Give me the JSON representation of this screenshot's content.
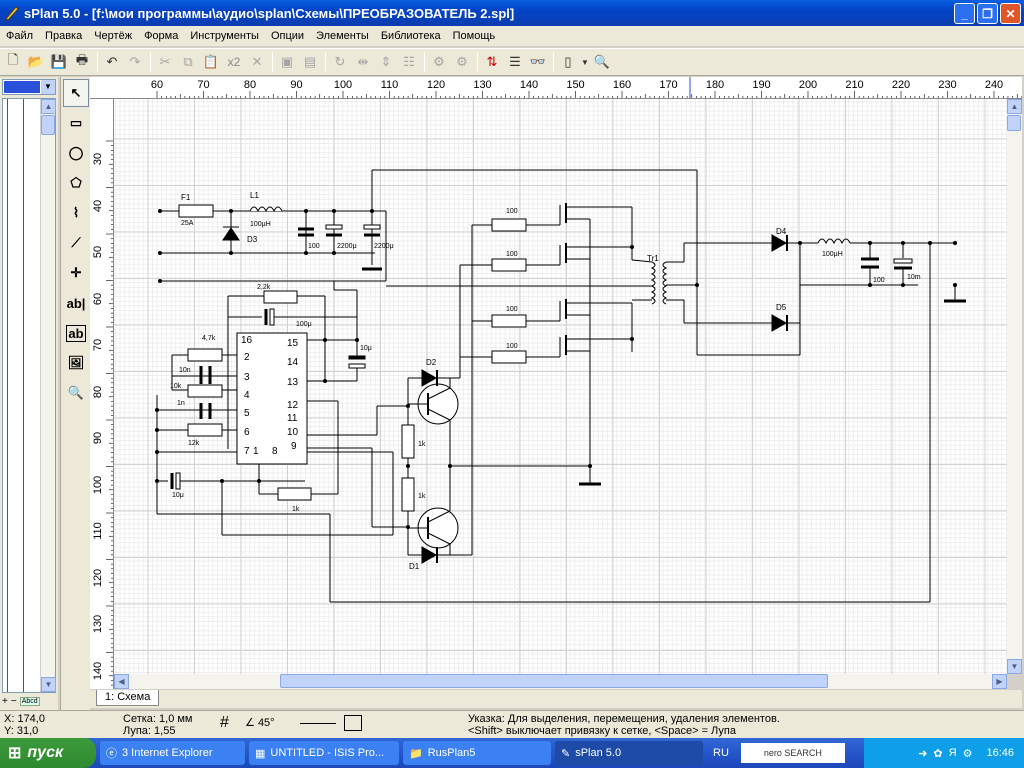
{
  "window": {
    "title": "sPlan 5.0 - [f:\\мои программы\\аудио\\splan\\Схемы\\ПРЕОБРАЗОВАТЕЛЬ 2.spl]"
  },
  "menu": [
    "Файл",
    "Правка",
    "Чертёж",
    "Форма",
    "Инструменты",
    "Опции",
    "Элементы",
    "Библиотека",
    "Помощь"
  ],
  "toolbar": {
    "multiply_label": "x2"
  },
  "ruler": {
    "h_ticks": [
      "60",
      "70",
      "80",
      "90",
      "100",
      "110",
      "120",
      "130",
      "140",
      "150",
      "160",
      "170",
      "180",
      "190",
      "200",
      "210",
      "220",
      "230",
      "240"
    ],
    "v_ticks": [
      "30",
      "40",
      "50",
      "60",
      "70",
      "80",
      "90",
      "100",
      "110",
      "120",
      "130",
      "140"
    ]
  },
  "schematic": {
    "labels": {
      "f1": "F1",
      "f1_value": "25A",
      "l1": "L1",
      "l1_value": "100μH",
      "d3": "D3",
      "c_100": "100",
      "c_2200a": "2200μ",
      "c_2200b": "2200μ",
      "r_2_2k": "2,2k",
      "c_100u": "100μ",
      "c_10u": "10μ",
      "r_4_7k": "4,7k",
      "c_10n": "10n",
      "r_10k": "10k",
      "c_1n": "1n",
      "r_12k": "12k",
      "c_10u_b": "10μ",
      "r_1k_bottom": "1k",
      "pin16": "16",
      "pin15": "15",
      "pin14": "14",
      "pin13": "13",
      "pin12": "12",
      "pin11": "11",
      "pin10": "10",
      "pin9": "9",
      "pin2": "2",
      "pin3": "3",
      "pin4": "4",
      "pin5": "5",
      "pin6": "6",
      "pin7": "7",
      "pin1": "1",
      "pin8": "8",
      "r100_1": "100",
      "r100_2": "100",
      "r100_3": "100",
      "r100_4": "100",
      "d2": "D2",
      "d1": "D1",
      "r1k_a": "1k",
      "r1k_b": "1k",
      "tr1": "Tr1",
      "d4": "D4",
      "d5": "D5",
      "l2_value": "100μH",
      "c_100_out": "100",
      "c_10m": "10m"
    }
  },
  "sheet_tab": "1: Схема",
  "status": {
    "x": "X: 174,0",
    "y": "Y: 31,0",
    "grid": "Сетка: 1,0 мм",
    "zoom": "Лупа:   1,55",
    "angle": "45°",
    "hint1": "Указка: Для выделения, перемещения, удаления элементов.",
    "hint2": "<Shift> выключает привязку к сетке, <Space> = Лупа"
  },
  "taskbar": {
    "start": "пуск",
    "tasks": [
      "3 Internet Explorer",
      "UNTITLED - ISIS Pro...",
      "RusPlan5",
      "sPlan 5.0"
    ],
    "lang": "RU",
    "nero": "nero SEARCH",
    "clock": "16:46"
  },
  "left_bottom": {
    "plus": "+",
    "minus": "−",
    "abc": "Abcd"
  },
  "colors": {
    "title_blue": "#0443c8",
    "taskbar_blue": "#2457ca",
    "start_green": "#2e8a2e",
    "layer_blue": "#2850d8"
  }
}
